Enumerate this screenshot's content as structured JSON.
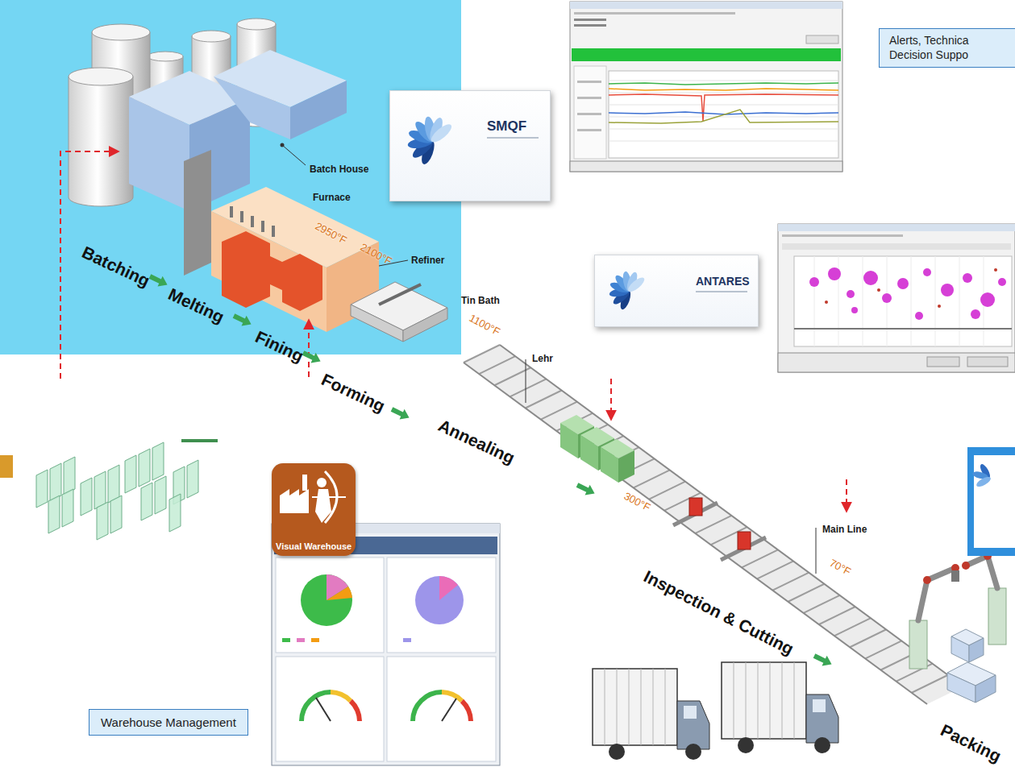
{
  "diagram": {
    "nodes": [
      {
        "text": [
          "SMQF"
        ]
      },
      {
        "text": [
          "Alerts, Technica Decision Suppo"
        ]
      },
      {
        "text": [
          "ANTARES"
        ]
      },
      {
        "text": [
          "Visual Warehouse"
        ]
      },
      {
        "text": [
          "Warehouse Management"
        ]
      }
    ],
    "labels": [
      "Batch House",
      "Furnace",
      "2950°F",
      "2100°F",
      "Refiner",
      "Tin Bath",
      "1100°F",
      "Lehr",
      "300°F",
      "Main Line",
      "70°F",
      "Batching",
      "Melting",
      "Fining",
      "Forming",
      "Annealing",
      "Inspection & Cutting",
      "Packing"
    ]
  }
}
